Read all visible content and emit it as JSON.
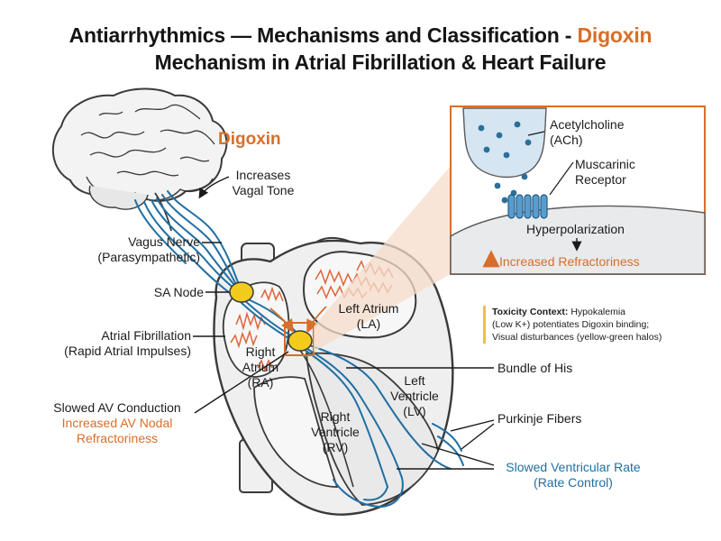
{
  "title": {
    "line1_prefix": "Antiarrhythmics — Mechanisms and Classification - ",
    "line1_accent": "Digoxin",
    "line2": "Mechanism in Atrial Fibrillation & Heart Failure"
  },
  "drug": {
    "name": "Digoxin",
    "effect_line1": "Increases",
    "effect_line2": "Vagal Tone"
  },
  "labels": {
    "vagus_line1": "Vagus Nerve",
    "vagus_line2": "(Parasympathetic)",
    "sa_node": "SA Node",
    "afib_line1": "Atrial Fibrillation",
    "afib_line2": "(Rapid Atrial Impulses)",
    "av_line1": "Slowed AV Conduction",
    "av_line2": "Increased AV Nodal",
    "av_line3": "Refractoriness",
    "ra_line1": "Right",
    "ra_line2": "Atrium",
    "ra_line3": "(RA)",
    "la_line1": "Left Atrium",
    "la_line2": "(LA)",
    "lv_line1": "Left",
    "lv_line2": "Ventricle",
    "lv_line3": "(LV)",
    "rv_line1": "Right",
    "rv_line2": "Ventricle",
    "rv_line3": "(RV)",
    "bundle_his": "Bundle of His",
    "purkinje": "Purkinje Fibers",
    "rate_line1": "Slowed Ventricular Rate",
    "rate_line2": "(Rate Control)"
  },
  "inset": {
    "ach_line1": "Acetylcholine",
    "ach_line2": "(ACh)",
    "receptor_line1": "Muscarinic",
    "receptor_line2": "Receptor",
    "hyperpol": "Hyperpolarization",
    "refractory": "Increased Refractoriness"
  },
  "toxicity": {
    "heading": "Toxicity Context:",
    "line1_rest": " Hypokalemia",
    "line2": "(Low K+) potentiates Digoxin binding;",
    "line3": "Visual disturbances (yellow-green halos)"
  },
  "colors": {
    "accent_orange": "#d86e2a",
    "nerve_blue": "#1f6fa3",
    "node_yellow": "#f2cb1d",
    "heart_gray": "#efefef",
    "outline": "#3a3a3a"
  }
}
